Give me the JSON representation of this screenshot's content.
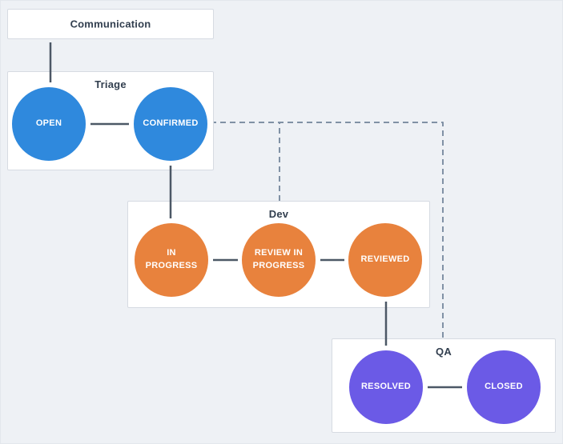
{
  "colors": {
    "canvas_bg": "#eef1f5",
    "box_bg": "#ffffff",
    "box_border": "#d6dbe2",
    "group_label_text": "#323f4f",
    "node_text": "#ffffff",
    "blue": "#2f89dd",
    "orange": "#e8823d",
    "purple": "#6b5ae6",
    "solid_edge": "#4c5866",
    "dashed_edge": "#8091a5"
  },
  "groups": {
    "communication": {
      "label": "Communication"
    },
    "triage": {
      "label": "Triage"
    },
    "dev": {
      "label": "Dev"
    },
    "qa": {
      "label": "QA"
    }
  },
  "nodes": {
    "open": "OPEN",
    "confirmed": "CONFIRMED",
    "in_progress": "IN PROGRESS",
    "review_in_progress": "REVIEW IN PROGRESS",
    "reviewed": "REVIEWED",
    "resolved": "RESOLVED",
    "closed": "CLOSED"
  }
}
